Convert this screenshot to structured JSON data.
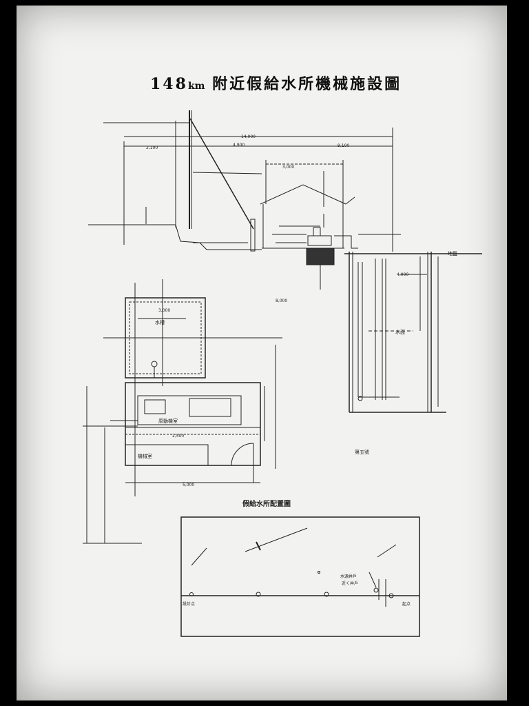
{
  "title": {
    "distance": "148",
    "unit": "km",
    "text": "附近假給水所機械施設圖"
  },
  "site_plan": {
    "title": "假給水所配置圖",
    "label_left": "設計点",
    "label_well": "水源井戶",
    "label_well_sub": "近く井戶",
    "label_right": "起点"
  },
  "section": {
    "ground_label": "地盤",
    "water_label": "水面",
    "note_right": "第五號"
  },
  "plan_labels": {
    "engine": "原動機室",
    "tank": "水槽",
    "pump_room": "機械室"
  },
  "dimensions": {
    "d1": "14,000",
    "d2": "4,900",
    "d3": "9,100",
    "d4": "2,100",
    "d5": "3,000",
    "d6": "5,000",
    "d7": "2,500",
    "d8": "4,000",
    "d9": "3,000",
    "d10": "8,000"
  }
}
